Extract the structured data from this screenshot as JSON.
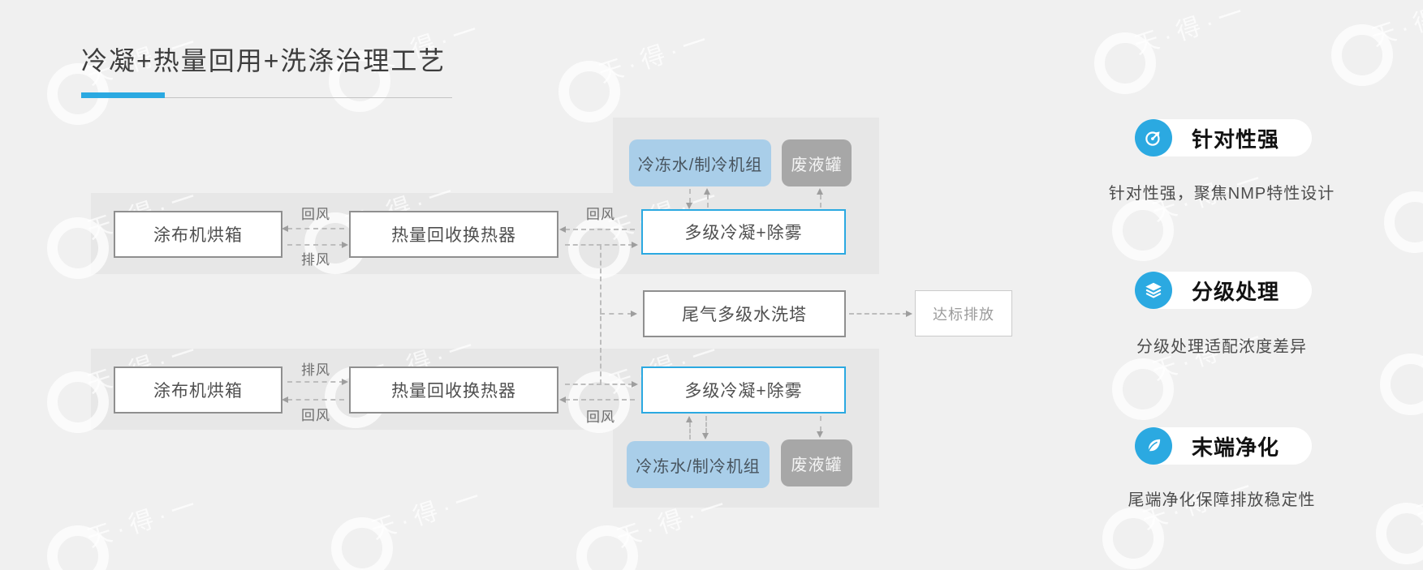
{
  "page": {
    "title": "冷凝+热量回用+洗涤治理工艺",
    "background_color": "#F0F0F0",
    "accent_color": "#2BA9E1",
    "panel_color": "#E7E7E7"
  },
  "watermark": {
    "text": "天·得·一"
  },
  "diagram": {
    "nodes": {
      "oven_top": "涂布机烘箱",
      "heat_exchanger_top": "热量回收换热器",
      "condenser_top": "多级冷凝+除雾",
      "chiller_top": "冷冻水/制冷机组",
      "waste_tank_top": "废液罐",
      "wash_tower": "尾气多级水洗塔",
      "discharge": "达标排放",
      "oven_bottom": "涂布机烘箱",
      "heat_exchanger_bottom": "热量回收换热器",
      "condenser_bottom": "多级冷凝+除雾",
      "chiller_bottom": "冷冻水/制冷机组",
      "waste_tank_bottom": "废液罐"
    },
    "flow_labels": {
      "return_air": "回风",
      "exhaust_air": "排风"
    },
    "node_colors": {
      "blue_border": "#2BA9E1",
      "gray_border": "#8F8F8F",
      "chiller_fill": "#A9CEE9",
      "tank_fill": "#A7A7A7"
    }
  },
  "features": [
    {
      "icon": "target-icon",
      "title": "针对性强",
      "desc": "针对性强，聚焦NMP特性设计"
    },
    {
      "icon": "layers-icon",
      "title": "分级处理",
      "desc": "分级处理适配浓度差异"
    },
    {
      "icon": "leaf-icon",
      "title": "末端净化",
      "desc": "尾端净化保障排放稳定性"
    }
  ]
}
